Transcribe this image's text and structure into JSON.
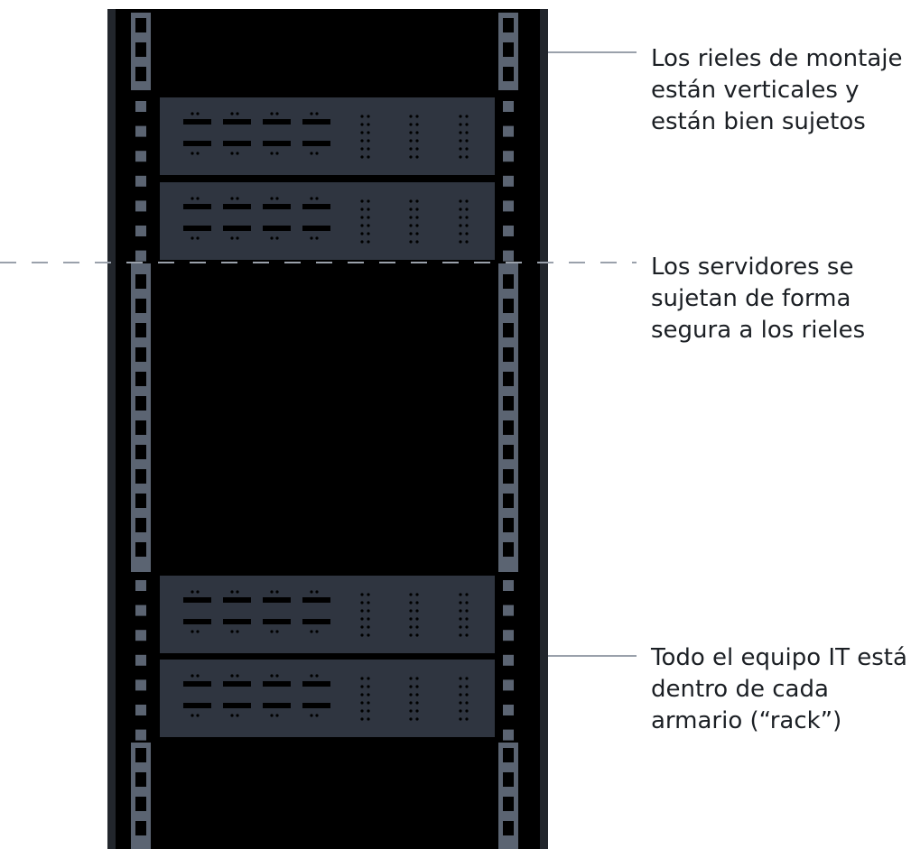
{
  "callouts": [
    {
      "text": "Los rieles de montaje están verticales y están bien sujetos"
    },
    {
      "text": "Los servidores se sujetan de forma segura a los rieles"
    },
    {
      "text": "Todo el equipo IT está dentro de cada armario (“rack”)"
    }
  ],
  "colors": {
    "rack_frame": "#22262c",
    "rack_interior": "#000000",
    "rail": "#5b6472",
    "server_face": "#2f3540",
    "server_detail": "#000000",
    "leader_line": "#9aa1ab",
    "text": "#1b1f24",
    "background": "#ffffff"
  },
  "rack": {
    "server_count": 4,
    "rail_style": {
      "top": "hollow-square",
      "middle": "solid-square",
      "bottom": "hollow-square"
    }
  }
}
